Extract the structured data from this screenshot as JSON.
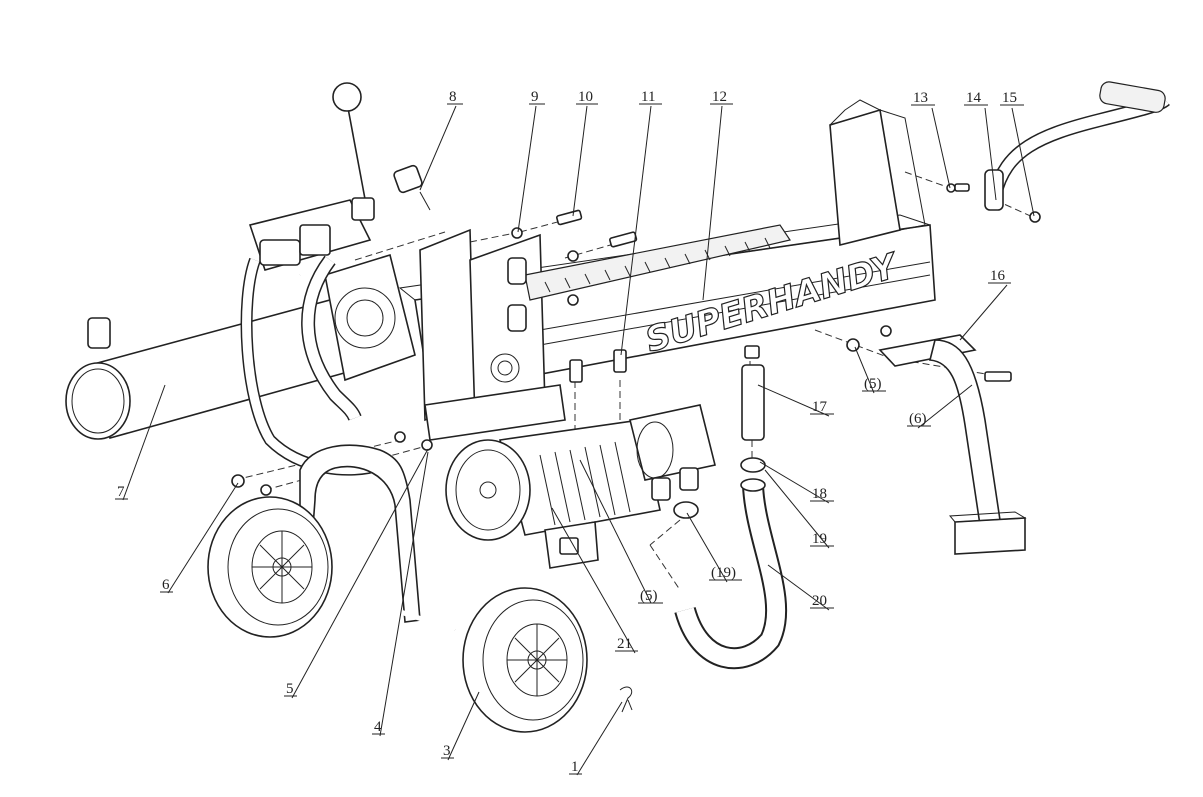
{
  "diagram": {
    "brand_text": "SUPERHANDY",
    "part_labels": {
      "p1": "1",
      "p3": "3",
      "p4": "4",
      "p5": "5",
      "p6": "6",
      "p7": "7",
      "p8": "8",
      "p9": "9",
      "p10": "10",
      "p11": "11",
      "p12": "12",
      "p13": "13",
      "p14": "14",
      "p15": "15",
      "p16": "16",
      "p17": "17",
      "p18": "18",
      "p19": "19",
      "p20": "20",
      "p21": "21",
      "p5_ref_motor": "(5)",
      "p5_ref_leg": "(5)",
      "p6_ref_leg": "(6)",
      "p19_ref": "(19)"
    }
  }
}
